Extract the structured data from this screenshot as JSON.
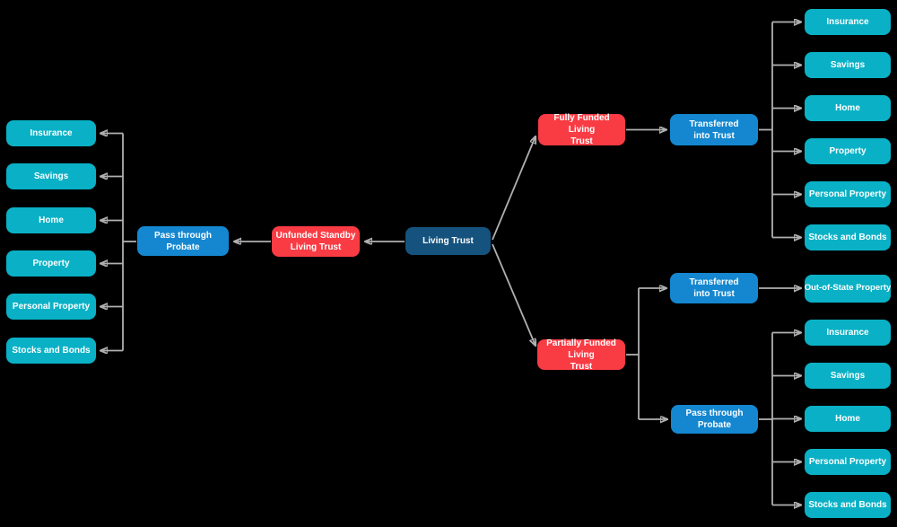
{
  "diagram": {
    "title": "Living Trust diagram",
    "colors": {
      "background": "#000000",
      "root": "#15537E",
      "trust": "#F93B44",
      "process": "#1487D0",
      "asset": "#0AB1C6",
      "line": "#B0B0B0",
      "text": "#FFFFFF"
    },
    "root": {
      "label": "Living Trust"
    },
    "left_branch": {
      "trust": {
        "label": "Unfunded Standby\nLiving Trust"
      },
      "process": {
        "label": "Pass through Probate"
      },
      "assets": [
        "Insurance",
        "Savings",
        "Home",
        "Property",
        "Personal Property",
        "Stocks and Bonds"
      ]
    },
    "top_right_branch": {
      "trust": {
        "label": "Fully Funded Living\nTrust"
      },
      "process": {
        "label": "Transferred\ninto Trust"
      },
      "assets": [
        "Insurance",
        "Savings",
        "Home",
        "Property",
        "Personal Property",
        "Stocks and Bonds"
      ]
    },
    "bottom_right_branch": {
      "trust": {
        "label": "Partially Funded Living\nTrust"
      },
      "transferred": {
        "label": "Transferred\ninto Trust",
        "assets": [
          "Out-of-State Property"
        ]
      },
      "probate": {
        "label": "Pass through Probate",
        "assets": [
          "Insurance",
          "Savings",
          "Home",
          "Personal Property",
          "Stocks and Bonds"
        ]
      }
    }
  }
}
